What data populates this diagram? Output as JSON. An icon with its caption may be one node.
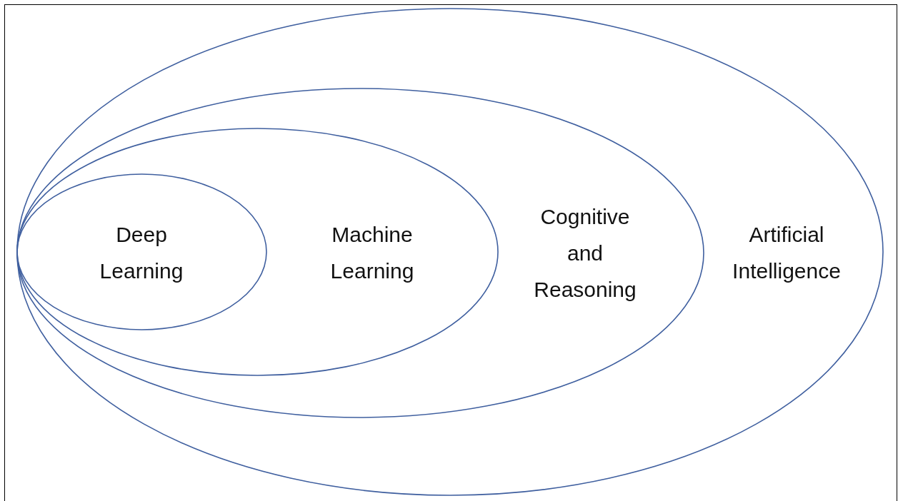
{
  "diagram": {
    "nodes": [
      {
        "text": [
          "Artificial Intelligence"
        ]
      },
      {
        "text": [
          "Cognitive and Reasoning"
        ],
        "in": 0
      },
      {
        "text": [
          "Machine Learning"
        ],
        "in": 1
      },
      {
        "text": [
          "Deep Learning"
        ],
        "in": 2
      }
    ]
  }
}
